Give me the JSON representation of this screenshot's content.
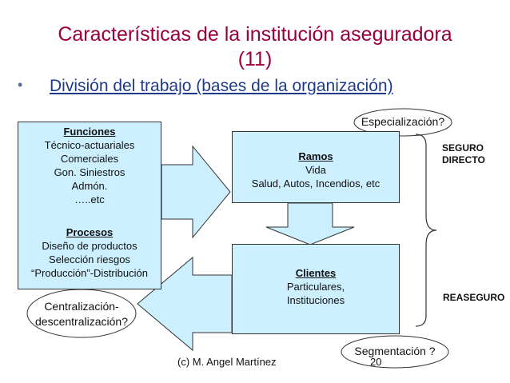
{
  "title": {
    "line1": "Características de la institución aseguradora",
    "line2": "(11)"
  },
  "bullet": {
    "symbol": "•",
    "text": "División del trabajo (bases de la organización)"
  },
  "left_box": {
    "funciones_heading": "Funciones",
    "funciones_items": [
      "Técnico-actuariales",
      "Comerciales",
      "Gon. Siniestros",
      "Admón.",
      "…..etc"
    ],
    "procesos_heading": "Procesos",
    "procesos_items": [
      "Diseño de productos",
      "Selección riesgos",
      "“Producción”-Distribución"
    ]
  },
  "ramos_box": {
    "heading": "Ramos",
    "items": [
      "Vida",
      "Salud, Autos, Incendios, etc"
    ]
  },
  "clientes_box": {
    "heading": "Clientes",
    "items": [
      "Particulares,",
      "Instituciones"
    ]
  },
  "ellipses": {
    "especializacion": "Especialización?",
    "centralizacion_line1": "Centralización-",
    "centralizacion_line2": "descentralización?",
    "segmentacion": "Segmentación ?"
  },
  "tags": {
    "seguro": "SEGURO",
    "directo": "DIRECTO",
    "reaseguro": "REASEGURO"
  },
  "footer": {
    "author": "(c) M. Angel Martínez",
    "page": "20"
  },
  "colors": {
    "title": "#99003d",
    "bullet_text": "#1f3a8a",
    "box_fill": "#ccf0ff"
  }
}
